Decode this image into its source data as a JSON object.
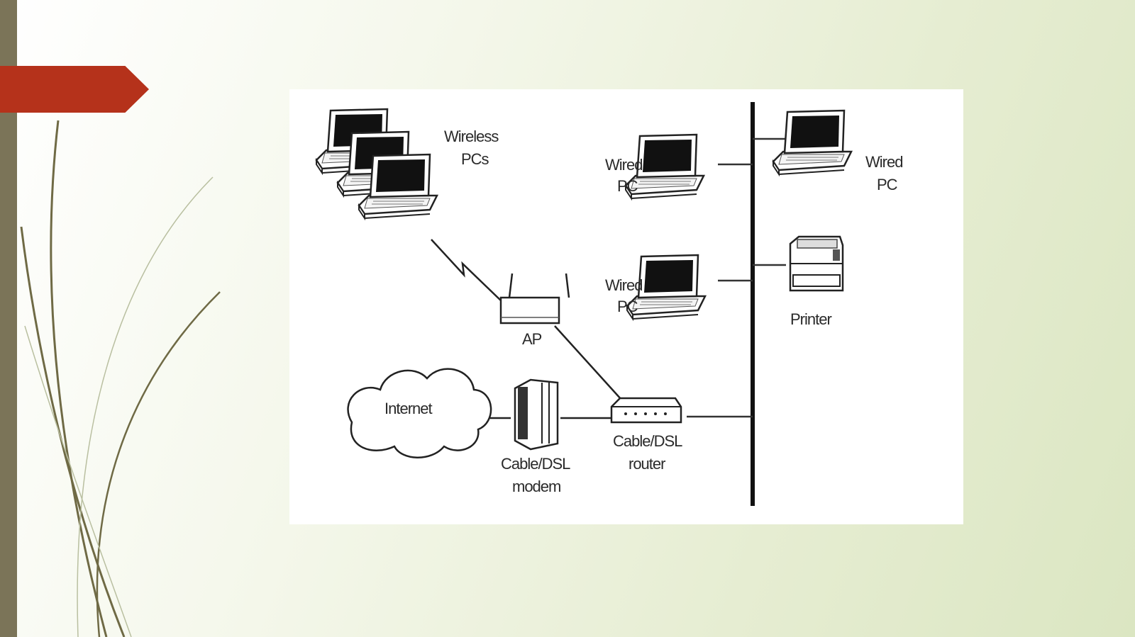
{
  "slide": {
    "accent_color": "#b5321b",
    "sidebar_color": "#7b7458"
  },
  "diagram": {
    "labels": {
      "wireless_pcs_line1": "Wireless",
      "wireless_pcs_line2": "PCs",
      "wired_pc_a_line1": "Wired",
      "wired_pc_a_line2": "PC",
      "wired_pc_b_line1": "Wired",
      "wired_pc_b_line2": "PC",
      "wired_pc_c_line1": "Wired",
      "wired_pc_c_line2": "PC",
      "printer": "Printer",
      "ap": "AP",
      "internet": "Internet",
      "modem_line1": "Cable/DSL",
      "modem_line2": "modem",
      "router_line1": "Cable/DSL",
      "router_line2": "router"
    },
    "icons": [
      "laptop-icon",
      "printer-icon",
      "access-point-icon",
      "cloud-icon",
      "modem-icon",
      "router-icon"
    ]
  }
}
